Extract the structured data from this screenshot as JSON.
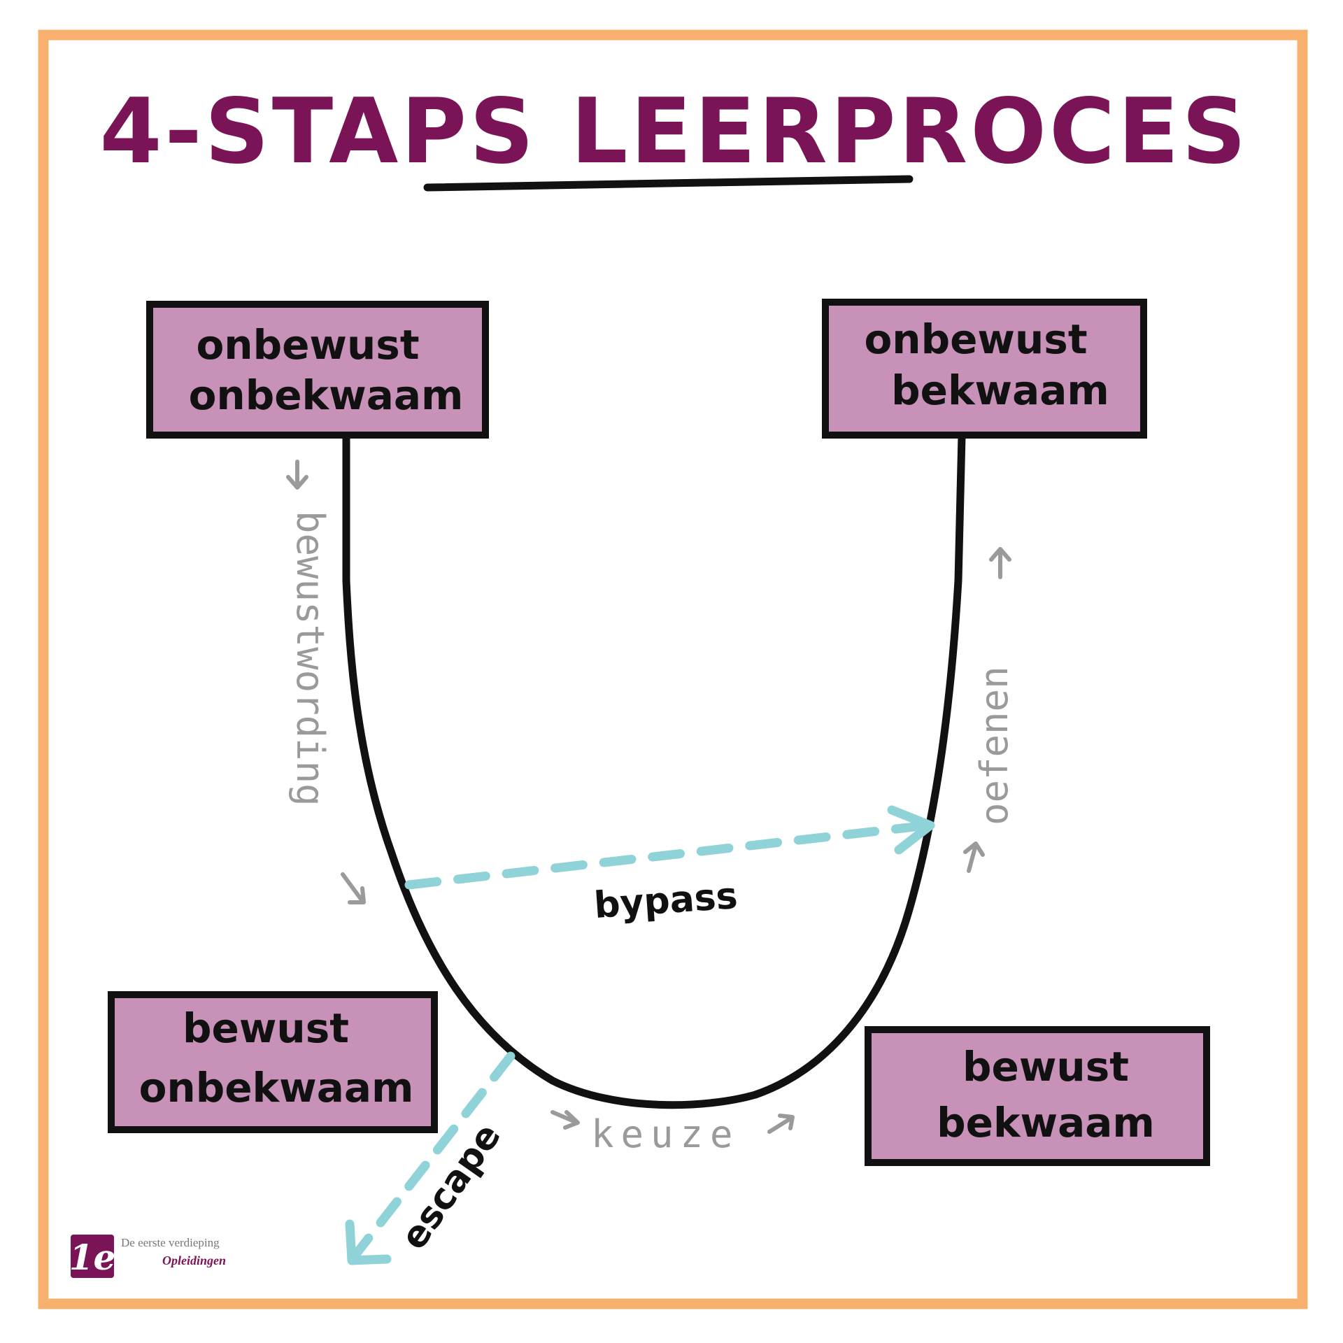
{
  "title": "4-STAPS LEERPROCES",
  "stages": {
    "top_left": [
      "onbewust",
      "onbekwaam"
    ],
    "top_right": [
      "onbewust",
      "bekwaam"
    ],
    "bottom_left": [
      "bewust",
      "onbekwaam"
    ],
    "bottom_right": [
      "bewust",
      "bekwaam"
    ]
  },
  "transitions": {
    "left": "bewustwording",
    "right": "oefenen",
    "bottom": "keuze",
    "bypass": "bypass",
    "escape": "escape"
  },
  "logo": {
    "mark": "1e",
    "line1": "De eerste verdieping",
    "line2": "Opleidingen"
  },
  "colors": {
    "border": "#f7b06e",
    "title": "#7a1456",
    "box_fill": "#c892b8",
    "dashed": "#8fd3d9",
    "label_grey": "#9a9a9a"
  }
}
